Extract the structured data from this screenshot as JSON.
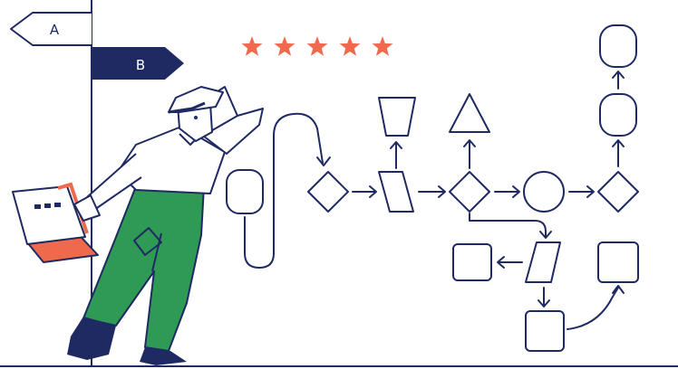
{
  "signpost": {
    "sign_a_label": "A",
    "sign_b_label": "B"
  },
  "rating": {
    "stars": 5,
    "max": 5
  },
  "icons": [
    "star-icon",
    "signpost-icon",
    "folder-icon",
    "flowchart-diagram",
    "person-illustration"
  ],
  "colors": {
    "ink": "#1f2a63",
    "accent": "#ef6a4d",
    "green": "#2f9a55",
    "background": "#ffffff"
  }
}
